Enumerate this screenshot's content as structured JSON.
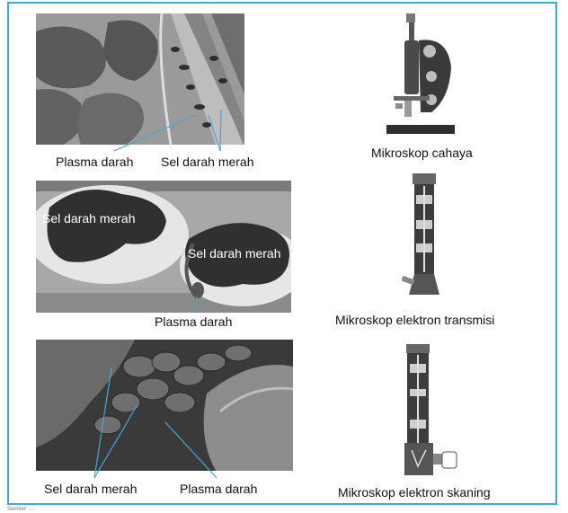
{
  "figure": {
    "micrograph_light": {
      "label_left": "Plasma darah",
      "label_right": "Sel darah merah"
    },
    "micrograph_tem": {
      "overlay_1": "Sel darah merah",
      "overlay_2": "Sel darah merah",
      "label_bottom": "Plasma darah"
    },
    "micrograph_sem": {
      "label_left": "Sel darah merah",
      "label_right": "Plasma darah"
    },
    "microscopes": [
      {
        "label": "Mikroskop cahaya"
      },
      {
        "label": "Mikroskop elektron transmisi"
      },
      {
        "label": "Mikroskop elektron skaning"
      }
    ],
    "source_note": "Sumber: ..."
  },
  "colors": {
    "frame_border": "#3fa9d6",
    "leader_line": "#3fa9d6"
  }
}
